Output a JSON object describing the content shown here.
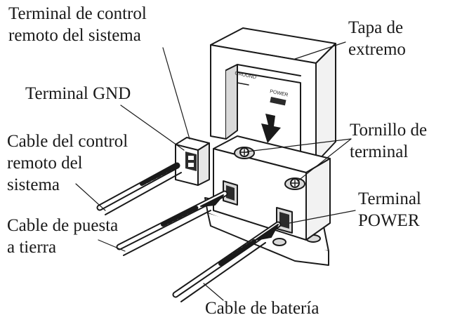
{
  "labels": {
    "remote_terminal": [
      "Terminal de control",
      "remoto del sistema"
    ],
    "end_cap": [
      "Tapa de",
      "extremo"
    ],
    "gnd_terminal": [
      "Terminal GND"
    ],
    "terminal_screw": [
      "Tornillo de",
      "terminal"
    ],
    "remote_cable": [
      "Cable del control",
      "remoto del",
      "sistema"
    ],
    "power_terminal": [
      "Terminal",
      "POWER"
    ],
    "ground_cable": [
      "Cable de puesta",
      "a tierra"
    ],
    "battery_cable": [
      "Cable de batería"
    ]
  },
  "part_markings": {
    "end_cap_left": "GROUND",
    "end_cap_right": "POWER"
  },
  "colors": {
    "line": "#1a1a1a",
    "fill": "#ffffff",
    "shade": "#d9d9d9",
    "dark": "#2b2b2b"
  }
}
